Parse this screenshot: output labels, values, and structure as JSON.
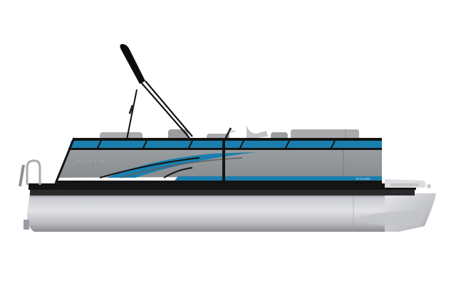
{
  "image": {
    "subject": "Pontoon boat side profile render",
    "background": "#ffffff"
  },
  "boat": {
    "brand_script": "Queen",
    "model_badge": "E-CLASS",
    "colors": {
      "accent_blue": "#1a7fae",
      "panel_gray": "#8e9193",
      "panel_dark": "#6e7274",
      "rail_black": "#141414",
      "tube_light": "#d7d8dc",
      "tube_shadow": "#8b8d92",
      "seat_gray": "#a9abad",
      "bimini_black": "#0d0d0d"
    }
  }
}
